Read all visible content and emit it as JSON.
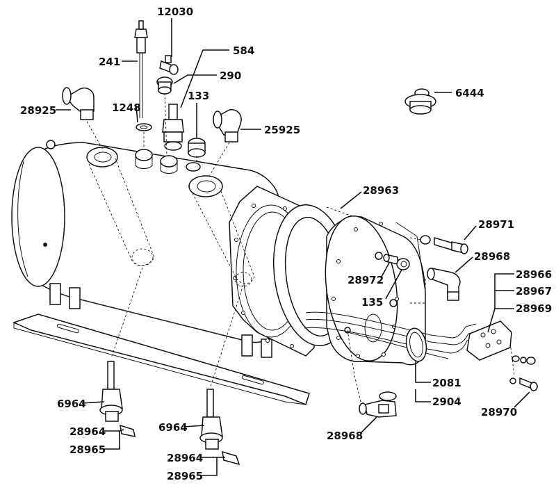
{
  "colors": {
    "ink": "#111111",
    "paper": "#ffffff",
    "shade": "#cfcfcf"
  },
  "callouts": {
    "p12030": "12030",
    "p584": "584",
    "p241": "241",
    "p290": "290",
    "p6444": "6444",
    "p133": "133",
    "p28925": "28925",
    "p1248": "1248",
    "p25925": "25925",
    "p28963": "28963",
    "p28971": "28971",
    "p28968a": "28968",
    "p28972": "28972",
    "p135": "135",
    "p28966": "28966",
    "p28967": "28967",
    "p28969": "28969",
    "p2081": "2081",
    "p2904": "2904",
    "p28970": "28970",
    "p28968b": "28968",
    "p6964a": "6964",
    "p28964a": "28964",
    "p28965a": "28965",
    "p6964b": "6964",
    "p28964b": "28964",
    "p28965b": "28965"
  }
}
